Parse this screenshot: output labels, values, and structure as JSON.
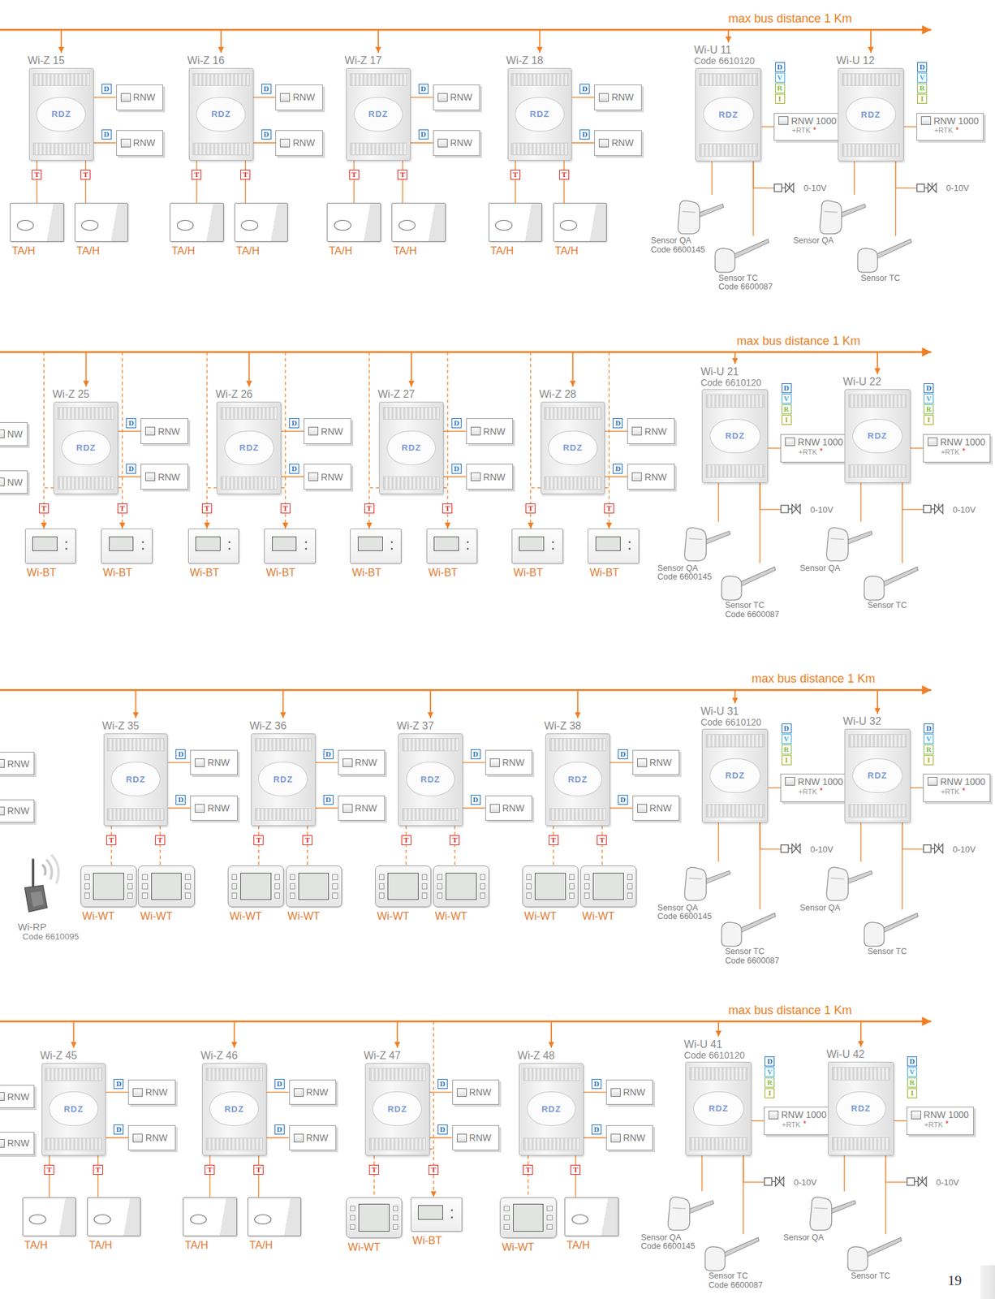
{
  "diagram": {
    "nodes": [
      {
        "text": [
          "Wi-Z 15",
          "RDZ"
        ]
      },
      {
        "text": [
          "RNW"
        ]
      },
      {
        "text": [
          "RNW"
        ]
      },
      {
        "text": [
          "TA/H"
        ]
      },
      {
        "text": [
          "TA/H"
        ]
      },
      {
        "text": [
          "Wi-Z 16",
          "RDZ"
        ]
      },
      {
        "text": [
          "RNW"
        ]
      },
      {
        "text": [
          "RNW"
        ]
      },
      {
        "text": [
          "TA/H"
        ]
      },
      {
        "text": [
          "TA/H"
        ]
      },
      {
        "text": [
          "Wi-Z 17",
          "RDZ"
        ]
      },
      {
        "text": [
          "RNW"
        ]
      },
      {
        "text": [
          "RNW"
        ]
      },
      {
        "text": [
          "TA/H"
        ]
      },
      {
        "text": [
          "TA/H"
        ]
      },
      {
        "text": [
          "Wi-Z 18",
          "RDZ"
        ]
      },
      {
        "text": [
          "RNW"
        ]
      },
      {
        "text": [
          "RNW"
        ]
      },
      {
        "text": [
          "TA/H"
        ]
      },
      {
        "text": [
          "TA/H"
        ]
      },
      {
        "text": [
          "Wi-U 11",
          "Code 6610120",
          "RDZ"
        ]
      },
      {
        "text": [
          "RNW 1000",
          "+RTK",
          "*"
        ]
      },
      {
        "text": [
          "0-10V"
        ]
      },
      {
        "text": [
          "Sensor QA",
          "Code 6600145"
        ]
      },
      {
        "text": [
          "Sensor TC",
          "Code 6600087"
        ]
      },
      {
        "text": [
          "Wi-U 12",
          "RDZ"
        ]
      },
      {
        "text": [
          "RNW 1000",
          "+RTK",
          "*"
        ]
      },
      {
        "text": [
          "0-10V"
        ]
      },
      {
        "text": [
          "Sensor QA"
        ]
      },
      {
        "text": [
          "Sensor TC"
        ]
      },
      {
        "text": [
          "NW"
        ]
      },
      {
        "text": [
          "NW"
        ]
      },
      {
        "text": [
          "Wi-Z 25",
          "RDZ"
        ]
      },
      {
        "text": [
          "RNW"
        ]
      },
      {
        "text": [
          "RNW"
        ]
      },
      {
        "text": [
          "Wi-BT"
        ]
      },
      {
        "text": [
          "Wi-BT"
        ]
      },
      {
        "text": [
          "Wi-Z 26",
          "RDZ"
        ]
      },
      {
        "text": [
          "RNW"
        ]
      },
      {
        "text": [
          "RNW"
        ]
      },
      {
        "text": [
          "Wi-BT"
        ]
      },
      {
        "text": [
          "Wi-BT"
        ]
      },
      {
        "text": [
          "Wi-Z 27",
          "RDZ"
        ]
      },
      {
        "text": [
          "RNW"
        ]
      },
      {
        "text": [
          "RNW"
        ]
      },
      {
        "text": [
          "Wi-BT"
        ]
      },
      {
        "text": [
          "Wi-BT"
        ]
      },
      {
        "text": [
          "Wi-Z 28",
          "RDZ"
        ]
      },
      {
        "text": [
          "RNW"
        ]
      },
      {
        "text": [
          "RNW"
        ]
      },
      {
        "text": [
          "Wi-BT"
        ]
      },
      {
        "text": [
          "Wi-BT"
        ]
      },
      {
        "text": [
          "Wi-U 21",
          "Code 6610120",
          "RDZ"
        ]
      },
      {
        "text": [
          "RNW 1000",
          "+RTK",
          "*"
        ]
      },
      {
        "text": [
          "0-10V"
        ]
      },
      {
        "text": [
          "Sensor QA",
          "Code 6600145"
        ]
      },
      {
        "text": [
          "Sensor TC",
          "Code 6600087"
        ]
      },
      {
        "text": [
          "Wi-U 22",
          "RDZ"
        ]
      },
      {
        "text": [
          "RNW 1000",
          "+RTK",
          "*"
        ]
      },
      {
        "text": [
          "0-10V"
        ]
      },
      {
        "text": [
          "Sensor QA"
        ]
      },
      {
        "text": [
          "Sensor TC"
        ]
      },
      {
        "text": [
          "RNW"
        ]
      },
      {
        "text": [
          "RNW"
        ]
      },
      {
        "text": [
          "Wi-RP",
          "Code 6610095"
        ]
      },
      {
        "text": [
          "Wi-Z 35",
          "RDZ"
        ]
      },
      {
        "text": [
          "RNW"
        ]
      },
      {
        "text": [
          "RNW"
        ]
      },
      {
        "text": [
          "Wi-WT"
        ]
      },
      {
        "text": [
          "Wi-WT"
        ]
      },
      {
        "text": [
          "Wi-Z 36",
          "RDZ"
        ]
      },
      {
        "text": [
          "RNW"
        ]
      },
      {
        "text": [
          "RNW"
        ]
      },
      {
        "text": [
          "Wi-WT"
        ]
      },
      {
        "text": [
          "Wi-WT"
        ]
      },
      {
        "text": [
          "Wi-Z 37",
          "RDZ"
        ]
      },
      {
        "text": [
          "RNW"
        ]
      },
      {
        "text": [
          "RNW"
        ]
      },
      {
        "text": [
          "Wi-WT"
        ]
      },
      {
        "text": [
          "Wi-WT"
        ]
      },
      {
        "text": [
          "Wi-Z 38",
          "RDZ"
        ]
      },
      {
        "text": [
          "RNW"
        ]
      },
      {
        "text": [
          "RNW"
        ]
      },
      {
        "text": [
          "Wi-WT"
        ]
      },
      {
        "text": [
          "Wi-WT"
        ]
      },
      {
        "text": [
          "Wi-U 31",
          "Code 6610120",
          "RDZ"
        ]
      },
      {
        "text": [
          "RNW 1000",
          "+RTK",
          "*"
        ]
      },
      {
        "text": [
          "0-10V"
        ]
      },
      {
        "text": [
          "Sensor QA",
          "Code 6600145"
        ]
      },
      {
        "text": [
          "Sensor TC",
          "Code 6600087"
        ]
      },
      {
        "text": [
          "Wi-U 32",
          "RDZ"
        ]
      },
      {
        "text": [
          "RNW 1000",
          "+RTK",
          "*"
        ]
      },
      {
        "text": [
          "0-10V"
        ]
      },
      {
        "text": [
          "Sensor QA"
        ]
      },
      {
        "text": [
          "Sensor TC"
        ]
      },
      {
        "text": [
          "RNW"
        ]
      },
      {
        "text": [
          "RNW"
        ]
      },
      {
        "text": [
          "Wi-Z 45",
          "RDZ"
        ]
      },
      {
        "text": [
          "RNW"
        ]
      },
      {
        "text": [
          "RNW"
        ]
      },
      {
        "text": [
          "TA/H"
        ]
      },
      {
        "text": [
          "TA/H"
        ]
      },
      {
        "text": [
          "Wi-Z 46",
          "RDZ"
        ]
      },
      {
        "text": [
          "RNW"
        ]
      },
      {
        "text": [
          "RNW"
        ]
      },
      {
        "text": [
          "TA/H"
        ]
      },
      {
        "text": [
          "TA/H"
        ]
      },
      {
        "text": [
          "Wi-Z 47",
          "RDZ"
        ]
      },
      {
        "text": [
          "RNW"
        ]
      },
      {
        "text": [
          "RNW"
        ]
      },
      {
        "text": [
          "Wi-WT"
        ]
      },
      {
        "text": [
          "Wi-BT"
        ]
      },
      {
        "text": [
          "Wi-Z 48",
          "RDZ"
        ]
      },
      {
        "text": [
          "RNW"
        ]
      },
      {
        "text": [
          "RNW"
        ]
      },
      {
        "text": [
          "Wi-WT"
        ]
      },
      {
        "text": [
          "TA/H"
        ]
      },
      {
        "text": [
          "Wi-U 41",
          "Code 6610120",
          "RDZ"
        ]
      },
      {
        "text": [
          "RNW 1000",
          "+RTK",
          "*"
        ]
      },
      {
        "text": [
          "0-10V"
        ]
      },
      {
        "text": [
          "Sensor QA",
          "Code 6600145"
        ]
      },
      {
        "text": [
          "Sensor TC",
          "Code 6600087"
        ]
      },
      {
        "text": [
          "Wi-U 42",
          "RDZ"
        ]
      },
      {
        "text": [
          "RNW 1000",
          "+RTK",
          "*"
        ]
      },
      {
        "text": [
          "0-10V"
        ]
      },
      {
        "text": [
          "Sensor QA"
        ]
      },
      {
        "text": [
          "Sensor TC"
        ]
      }
    ],
    "edges": [
      {
        "from": 0,
        "to": 1,
        "arrow": "none",
        "label": "D"
      },
      {
        "from": 0,
        "to": 2,
        "arrow": "none",
        "label": "D"
      },
      {
        "from": 0,
        "to": 3,
        "arrow": "none",
        "label": "T"
      },
      {
        "from": 0,
        "to": 4,
        "arrow": "none",
        "label": "T"
      },
      {
        "from": 5,
        "to": 6,
        "arrow": "none",
        "label": "D"
      },
      {
        "from": 5,
        "to": 7,
        "arrow": "none",
        "label": "D"
      },
      {
        "from": 5,
        "to": 8,
        "arrow": "none",
        "label": "T"
      },
      {
        "from": 5,
        "to": 9,
        "arrow": "none",
        "label": "T"
      },
      {
        "from": 10,
        "to": 11,
        "arrow": "none",
        "label": "D"
      },
      {
        "from": 10,
        "to": 12,
        "arrow": "none",
        "label": "D"
      },
      {
        "from": 10,
        "to": 13,
        "arrow": "none",
        "label": "T"
      },
      {
        "from": 10,
        "to": 14,
        "arrow": "none",
        "label": "T"
      },
      {
        "from": 15,
        "to": 16,
        "arrow": "none",
        "label": "D"
      },
      {
        "from": 15,
        "to": 17,
        "arrow": "none",
        "label": "D"
      },
      {
        "from": 15,
        "to": 18,
        "arrow": "none",
        "label": "T"
      },
      {
        "from": 15,
        "to": 19,
        "arrow": "none",
        "label": "T"
      },
      {
        "from": 20,
        "to": 21,
        "arrow": "none"
      },
      {
        "from": 20,
        "to": 22,
        "arrow": "none"
      },
      {
        "from": 20,
        "to": 23,
        "arrow": "none"
      },
      {
        "from": 20,
        "to": 24,
        "arrow": "none"
      },
      {
        "from": 25,
        "to": 26,
        "arrow": "none"
      },
      {
        "from": 25,
        "to": 27,
        "arrow": "none"
      },
      {
        "from": 25,
        "to": 28,
        "arrow": "none"
      },
      {
        "from": 25,
        "to": 29,
        "arrow": "none"
      },
      {
        "from": 32,
        "to": 33,
        "arrow": "none",
        "label": "D"
      },
      {
        "from": 32,
        "to": 34,
        "arrow": "none",
        "label": "D"
      },
      {
        "from": 32,
        "to": 35,
        "arrow": "to",
        "label": "T"
      },
      {
        "from": 32,
        "to": 36,
        "arrow": "to",
        "label": "T"
      },
      {
        "from": 37,
        "to": 38,
        "arrow": "none",
        "label": "D"
      },
      {
        "from": 37,
        "to": 39,
        "arrow": "none",
        "label": "D"
      },
      {
        "from": 37,
        "to": 40,
        "arrow": "to",
        "label": "T"
      },
      {
        "from": 37,
        "to": 41,
        "arrow": "to",
        "label": "T"
      },
      {
        "from": 42,
        "to": 43,
        "arrow": "none",
        "label": "D"
      },
      {
        "from": 42,
        "to": 44,
        "arrow": "none",
        "label": "D"
      },
      {
        "from": 42,
        "to": 45,
        "arrow": "to",
        "label": "T"
      },
      {
        "from": 42,
        "to": 46,
        "arrow": "to",
        "label": "T"
      },
      {
        "from": 47,
        "to": 48,
        "arrow": "none",
        "label": "D"
      },
      {
        "from": 47,
        "to": 49,
        "arrow": "none",
        "label": "D"
      },
      {
        "from": 47,
        "to": 50,
        "arrow": "to",
        "label": "T"
      },
      {
        "from": 47,
        "to": 51,
        "arrow": "to",
        "label": "T"
      },
      {
        "from": 52,
        "to": 53,
        "arrow": "none"
      },
      {
        "from": 52,
        "to": 54,
        "arrow": "none"
      },
      {
        "from": 52,
        "to": 55,
        "arrow": "none"
      },
      {
        "from": 52,
        "to": 56,
        "arrow": "none"
      },
      {
        "from": 57,
        "to": 58,
        "arrow": "none"
      },
      {
        "from": 57,
        "to": 59,
        "arrow": "none"
      },
      {
        "from": 57,
        "to": 60,
        "arrow": "none"
      },
      {
        "from": 57,
        "to": 61,
        "arrow": "none"
      },
      {
        "from": 65,
        "to": 66,
        "arrow": "none",
        "label": "D"
      },
      {
        "from": 65,
        "to": 67,
        "arrow": "none",
        "label": "D"
      },
      {
        "from": 65,
        "to": 68,
        "arrow": "none",
        "label": "T"
      },
      {
        "from": 65,
        "to": 69,
        "arrow": "none",
        "label": "T"
      },
      {
        "from": 70,
        "to": 71,
        "arrow": "none",
        "label": "D"
      },
      {
        "from": 70,
        "to": 72,
        "arrow": "none",
        "label": "D"
      },
      {
        "from": 70,
        "to": 73,
        "arrow": "none",
        "label": "T"
      },
      {
        "from": 70,
        "to": 74,
        "arrow": "none",
        "label": "T"
      },
      {
        "from": 75,
        "to": 76,
        "arrow": "none",
        "label": "D"
      },
      {
        "from": 75,
        "to": 77,
        "arrow": "none",
        "label": "D"
      },
      {
        "from": 75,
        "to": 78,
        "arrow": "none",
        "label": "T"
      },
      {
        "from": 75,
        "to": 79,
        "arrow": "none",
        "label": "T"
      },
      {
        "from": 80,
        "to": 81,
        "arrow": "none",
        "label": "D"
      },
      {
        "from": 80,
        "to": 82,
        "arrow": "none",
        "label": "D"
      },
      {
        "from": 80,
        "to": 83,
        "arrow": "none",
        "label": "T"
      },
      {
        "from": 80,
        "to": 84,
        "arrow": "none",
        "label": "T"
      },
      {
        "from": 85,
        "to": 86,
        "arrow": "none"
      },
      {
        "from": 85,
        "to": 87,
        "arrow": "none"
      },
      {
        "from": 85,
        "to": 88,
        "arrow": "none"
      },
      {
        "from": 85,
        "to": 89,
        "arrow": "none"
      },
      {
        "from": 90,
        "to": 91,
        "arrow": "none"
      },
      {
        "from": 90,
        "to": 92,
        "arrow": "none"
      },
      {
        "from": 90,
        "to": 93,
        "arrow": "none"
      },
      {
        "from": 90,
        "to": 94,
        "arrow": "none"
      },
      {
        "from": 97,
        "to": 98,
        "arrow": "none",
        "label": "D"
      },
      {
        "from": 97,
        "to": 99,
        "arrow": "none",
        "label": "D"
      },
      {
        "from": 97,
        "to": 100,
        "arrow": "none",
        "label": "T"
      },
      {
        "from": 97,
        "to": 101,
        "arrow": "none",
        "label": "T"
      },
      {
        "from": 102,
        "to": 103,
        "arrow": "none",
        "label": "D"
      },
      {
        "from": 102,
        "to": 104,
        "arrow": "none",
        "label": "D"
      },
      {
        "from": 102,
        "to": 105,
        "arrow": "none",
        "label": "T"
      },
      {
        "from": 102,
        "to": 106,
        "arrow": "none",
        "label": "T"
      },
      {
        "from": 107,
        "to": 108,
        "arrow": "none",
        "label": "D"
      },
      {
        "from": 107,
        "to": 109,
        "arrow": "none",
        "label": "D"
      },
      {
        "from": 107,
        "to": 110,
        "arrow": "none",
        "label": "T"
      },
      {
        "from": 107,
        "to": 111,
        "arrow": "to",
        "label": "T"
      },
      {
        "from": 112,
        "to": 113,
        "arrow": "none",
        "label": "D"
      },
      {
        "from": 112,
        "to": 114,
        "arrow": "none",
        "label": "D"
      },
      {
        "from": 112,
        "to": 115,
        "arrow": "none",
        "label": "T"
      },
      {
        "from": 112,
        "to": 116,
        "arrow": "none",
        "label": "T"
      },
      {
        "from": 117,
        "to": 118,
        "arrow": "none"
      },
      {
        "from": 117,
        "to": 119,
        "arrow": "none"
      },
      {
        "from": 117,
        "to": 120,
        "arrow": "none"
      },
      {
        "from": 117,
        "to": 121,
        "arrow": "none"
      },
      {
        "from": 122,
        "to": 123,
        "arrow": "none"
      },
      {
        "from": 122,
        "to": 124,
        "arrow": "none"
      },
      {
        "from": 122,
        "to": 125,
        "arrow": "none"
      },
      {
        "from": 122,
        "to": 126,
        "arrow": "none"
      }
    ],
    "labels": [
      "max bus distance 1 Km",
      "D",
      "V",
      "R",
      "I",
      "D",
      "V",
      "R",
      "I",
      "max bus distance 1 Km",
      "D",
      "V",
      "R",
      "I",
      "D",
      "V",
      "R",
      "I",
      "max bus distance 1 Km",
      "D",
      "V",
      "R",
      "I",
      "D",
      "V",
      "R",
      "I",
      "max bus distance 1 Km",
      "D",
      "V",
      "R",
      "I",
      "D",
      "V",
      "R",
      "I",
      "19"
    ]
  }
}
